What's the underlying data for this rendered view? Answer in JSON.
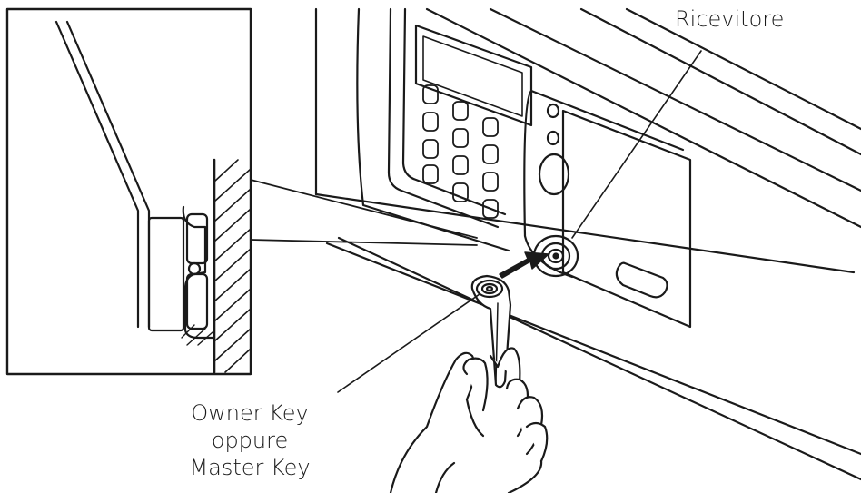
{
  "labels": {
    "receiver": "Ricevitore",
    "key_line1": "Owner Key",
    "key_line2": "oppure",
    "key_line3": "Master Key"
  },
  "colors": {
    "ink": "#1a1a1a",
    "background": "#ffffff"
  }
}
